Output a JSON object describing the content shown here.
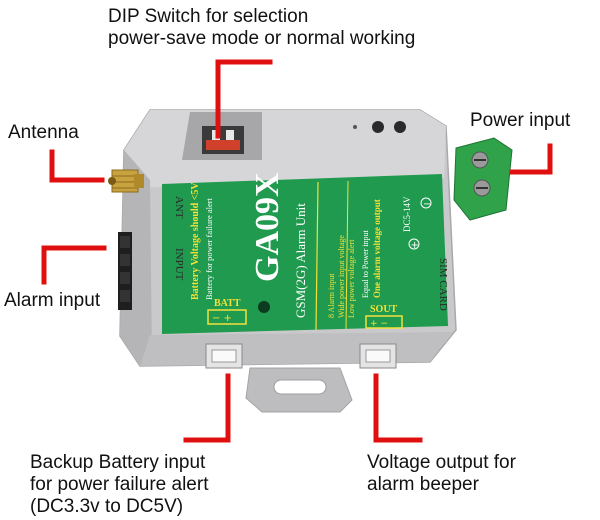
{
  "captions": {
    "dip_switch": [
      "DIP Switch for selection",
      "power-save mode or normal working"
    ],
    "antenna": "Antenna",
    "power_input": "Power input",
    "alarm_input": "Alarm input",
    "backup_battery": [
      "Backup Battery input",
      "for power failure alert",
      "(DC3.3v to DC5V)"
    ],
    "voltage_output": [
      "Voltage output for",
      "alarm beeper"
    ]
  },
  "device": {
    "model": "GA09X",
    "subtitle": "GSM(2G) Alarm Unit",
    "features": [
      "8 Alarm input",
      "Wide power input voltage",
      "Low power voltage alert"
    ],
    "battery_warning": "Battery Voltage should <5V",
    "battery_note": "Battery for power failure alert",
    "batt_label": "BATT",
    "sout_label": "SOUT",
    "equal_power": "Equal to Power input",
    "one_alarm": "One alarm voltage output",
    "dc_range": "DC5-14V",
    "ant_label": "ANT",
    "input_label": "INPUT",
    "sim_label": "SIM CARD"
  },
  "colors": {
    "pointer_red": "#e01010",
    "label_green": "#1f9a4e",
    "enclosure_grey": "#c9c9cb",
    "label_text_yellow": "#f2e13a",
    "terminal_green": "#2fa24a"
  }
}
